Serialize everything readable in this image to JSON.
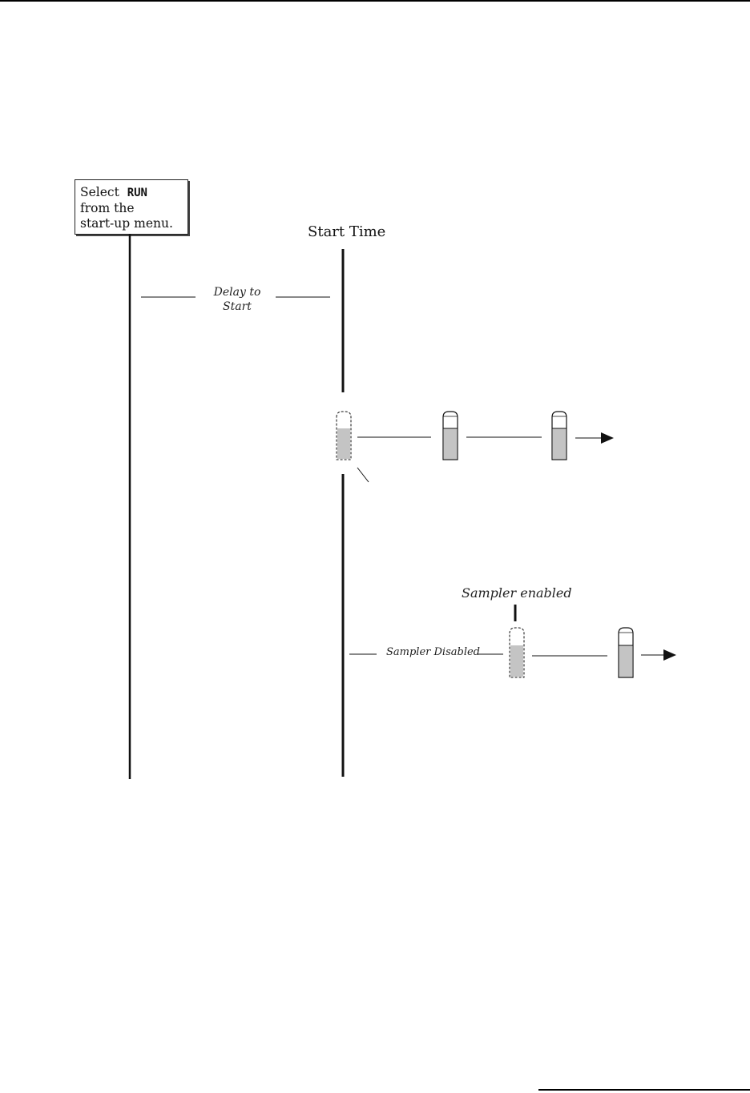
{
  "start_box": {
    "line1_prefix": "Select",
    "line1_code": "RUN",
    "line2": "from the",
    "line3": "start-up menu."
  },
  "start_time_label": "Start Time",
  "delay_label_line1": "Delay to",
  "delay_label_line2": "Start",
  "sampler_enabled_label": "Sampler enabled",
  "sampler_disabled_label": "Sampler Disabled",
  "colors": {
    "bottle_fill": "#c4c4c4",
    "line": "#111111"
  }
}
